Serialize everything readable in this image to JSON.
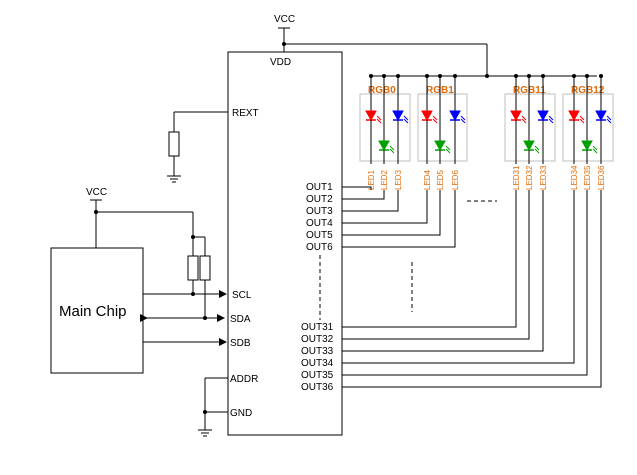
{
  "supply": {
    "top": "VCC",
    "left": "VCC"
  },
  "main_chip": {
    "label": "Main Chip"
  },
  "driver_pins": {
    "vdd": "VDD",
    "rext": "REXT",
    "scl": "SCL",
    "sda": "SDA",
    "sdb": "SDB",
    "addr": "ADDR",
    "gnd": "GND",
    "out_top": [
      "OUT1",
      "OUT2",
      "OUT3",
      "OUT4",
      "OUT5",
      "OUT6"
    ],
    "out_bottom": [
      "OUT31",
      "OUT32",
      "OUT33",
      "OUT34",
      "OUT35",
      "OUT36"
    ]
  },
  "rgb_groups": [
    {
      "label": "RGB0",
      "leds": [
        "LED1",
        "LED2",
        "LED3"
      ]
    },
    {
      "label": "RGB1",
      "leds": [
        "LED4",
        "LED5",
        "LED6"
      ]
    },
    {
      "label": "RGB11",
      "leds": [
        "LED31",
        "LED32",
        "LED33"
      ]
    },
    {
      "label": "RGB12",
      "leds": [
        "LED34",
        "LED35",
        "LED36"
      ]
    }
  ],
  "colors": {
    "label_orange": "#e36c0a",
    "led_red": "#ff0000",
    "led_green": "#00a000",
    "led_blue": "#0000ff",
    "wire": "#000000",
    "group_box": "#bfbfbf"
  }
}
